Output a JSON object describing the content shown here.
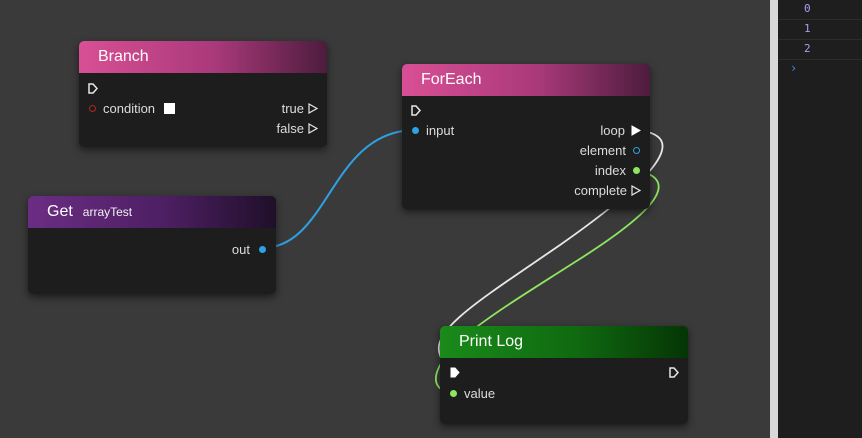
{
  "colors": {
    "canvas_bg": "#3a3a3a",
    "node_body": "#1d1d1d",
    "branch_header": "#d94f95",
    "foreach_header": "#d94f95",
    "get_header": "#6b2d83",
    "printlog_header": "#1a8a1a",
    "wire_exec": "#e8e8e8",
    "wire_array": "#2ea1e2",
    "wire_number": "#8ee65f",
    "console_bg": "#1e1e1e",
    "console_text": "#a99cf0",
    "console_prompt": "#3b8eea"
  },
  "nodes": {
    "branch": {
      "title": "Branch",
      "exec_in_icon": "exec-pin-icon",
      "condition_label": "condition",
      "true_label": "true",
      "false_label": "false"
    },
    "get": {
      "title": "Get",
      "variable": "arrayTest",
      "out_label": "out"
    },
    "foreach": {
      "title": "ForEach",
      "input_label": "input",
      "loop_label": "loop",
      "element_label": "element",
      "index_label": "index",
      "complete_label": "complete"
    },
    "printlog": {
      "title": "Print Log",
      "value_label": "value"
    }
  },
  "console": {
    "lines": [
      "0",
      "1",
      "2"
    ],
    "prompt": "›"
  }
}
